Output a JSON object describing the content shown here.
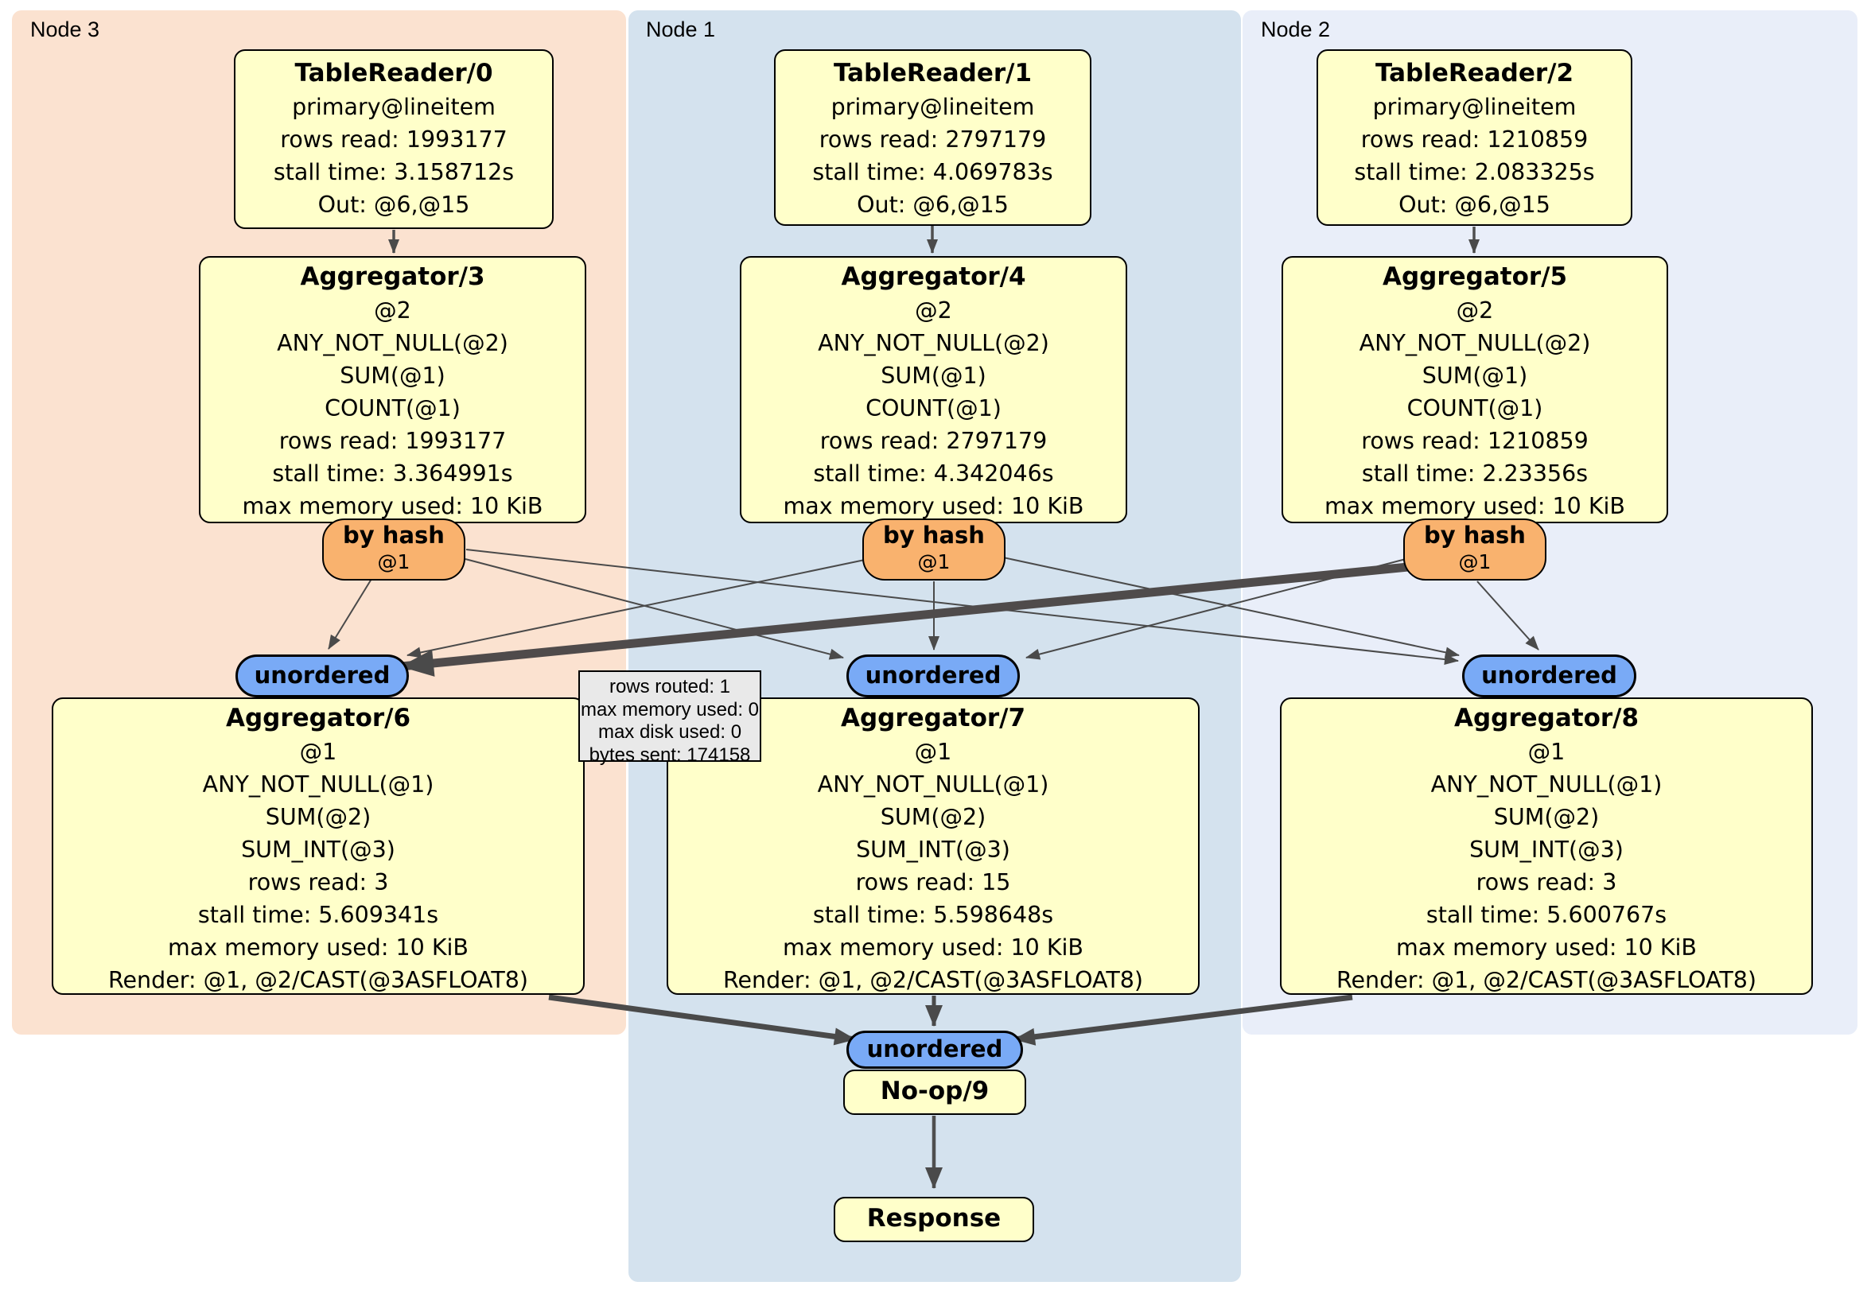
{
  "regions": [
    {
      "label": "Node 3",
      "color": "#fbe2d0"
    },
    {
      "label": "Node 1",
      "color": "#d4e2ee"
    },
    {
      "label": "Node 2",
      "color": "#e9eef9"
    }
  ],
  "table_readers": [
    {
      "title": "TableReader/0",
      "lines": [
        "primary@lineitem",
        "rows read: 1993177",
        "stall time: 3.158712s",
        "Out: @6,@15"
      ]
    },
    {
      "title": "TableReader/1",
      "lines": [
        "primary@lineitem",
        "rows read: 2797179",
        "stall time: 4.069783s",
        "Out: @6,@15"
      ]
    },
    {
      "title": "TableReader/2",
      "lines": [
        "primary@lineitem",
        "rows read: 1210859",
        "stall time: 2.083325s",
        "Out: @6,@15"
      ]
    }
  ],
  "stage1_aggregators": [
    {
      "title": "Aggregator/3",
      "lines": [
        "@2",
        "ANY_NOT_NULL(@2)",
        "SUM(@1)",
        "COUNT(@1)",
        "rows read: 1993177",
        "stall time: 3.364991s",
        "max memory used: 10 KiB"
      ]
    },
    {
      "title": "Aggregator/4",
      "lines": [
        "@2",
        "ANY_NOT_NULL(@2)",
        "SUM(@1)",
        "COUNT(@1)",
        "rows read: 2797179",
        "stall time: 4.342046s",
        "max memory used: 10 KiB"
      ]
    },
    {
      "title": "Aggregator/5",
      "lines": [
        "@2",
        "ANY_NOT_NULL(@2)",
        "SUM(@1)",
        "COUNT(@1)",
        "rows read: 1210859",
        "stall time: 2.23356s",
        "max memory used: 10 KiB"
      ]
    }
  ],
  "stage2_aggregators": [
    {
      "title": "Aggregator/6",
      "lines": [
        "@1",
        "ANY_NOT_NULL(@1)",
        "SUM(@2)",
        "SUM_INT(@3)",
        "rows read: 3",
        "stall time: 5.609341s",
        "max memory used: 10 KiB",
        "Render: @1, @2/CAST(@3ASFLOAT8)"
      ]
    },
    {
      "title": "Aggregator/7",
      "lines": [
        "@1",
        "ANY_NOT_NULL(@1)",
        "SUM(@2)",
        "SUM_INT(@3)",
        "rows read: 15",
        "stall time: 5.598648s",
        "max memory used: 10 KiB",
        "Render: @1, @2/CAST(@3ASFLOAT8)"
      ]
    },
    {
      "title": "Aggregator/8",
      "lines": [
        "@1",
        "ANY_NOT_NULL(@1)",
        "SUM(@2)",
        "SUM_INT(@3)",
        "rows read: 3",
        "stall time: 5.600767s",
        "max memory used: 10 KiB",
        "Render: @1, @2/CAST(@3ASFLOAT8)"
      ]
    }
  ],
  "routers": [
    {
      "label": "by hash",
      "detail": "@1"
    },
    {
      "label": "by hash",
      "detail": "@1"
    },
    {
      "label": "by hash",
      "detail": "@1"
    }
  ],
  "syncs": {
    "mid": [
      "unordered",
      "unordered",
      "unordered"
    ],
    "final": "unordered"
  },
  "noop": {
    "title": "No-op/9"
  },
  "response": {
    "title": "Response"
  },
  "tooltip": {
    "lines": [
      "rows routed: 1",
      "max memory used: 0",
      "max disk used: 0",
      "bytes sent: 174158"
    ]
  },
  "colors": {
    "box_fill": "#ffffca",
    "router_fill": "#f9b26e",
    "sync_fill": "#79aaf6",
    "edge": "#4a4a4a",
    "tooltip_fill": "#e9e9e9"
  }
}
